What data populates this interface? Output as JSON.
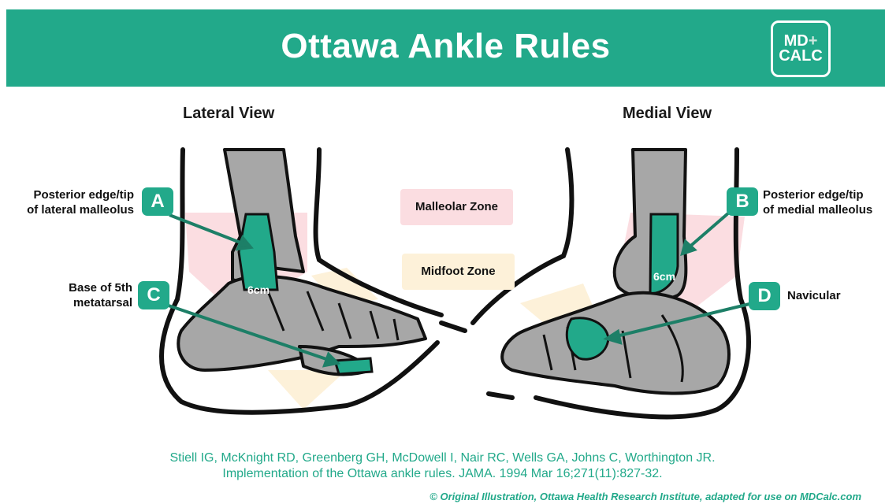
{
  "header": {
    "title": "Ottawa Ankle Rules",
    "logo_line1": "MD",
    "logo_plus": "+",
    "logo_line2": "CALC"
  },
  "views": {
    "lateral": "Lateral View",
    "medial": "Medial View"
  },
  "zones": {
    "malleolar": "Malleolar Zone",
    "midfoot": "Midfoot Zone"
  },
  "markers": {
    "A": {
      "letter": "A",
      "label_line1": "Posterior edge/tip",
      "label_line2": "of lateral malleolus"
    },
    "B": {
      "letter": "B",
      "label_line1": "Posterior edge/tip",
      "label_line2": "of medial malleolus"
    },
    "C": {
      "letter": "C",
      "label_line1": "Base of 5th",
      "label_line2": "metatarsal"
    },
    "D": {
      "letter": "D",
      "label_line1": "Navicular"
    }
  },
  "measurements": {
    "lateral": "6cm",
    "medial": "6cm"
  },
  "citation": {
    "line1": "Stiell IG, McKnight RD, Greenberg GH, McDowell I, Nair RC, Wells GA, Johns C,  Worthington JR.",
    "line2": "Implementation of the Ottawa ankle rules. JAMA. 1994 Mar 16;271(11):827-32."
  },
  "copyright": "© Original Illustration, Ottawa Health Research Institute, adapted for use on MDCalc.com",
  "colors": {
    "accent": "#22a98a",
    "bone": "#a7a7a7",
    "malleolar_zone": "#fbdde1",
    "midfoot_zone": "#fdf1d9"
  }
}
